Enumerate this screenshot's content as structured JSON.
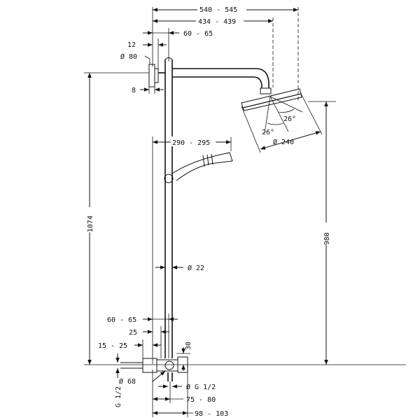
{
  "dimensions": {
    "overall_width": "540 - 545",
    "arm_reach": "434 - 439",
    "arm_offset": "60 - 65",
    "flange_thickness": "12",
    "flange_diameter": "Ø 80",
    "flange_depth": "8",
    "total_height": "1074",
    "head_height": "980",
    "head_angle_a": "26°",
    "head_angle_b": "26°",
    "head_diameter": "Ø 240",
    "hand_shower_reach": "290 - 295",
    "rail_diameter": "Ø 22",
    "mixer_offset": "60 - 65",
    "mixer_depth": "25",
    "inlet_offset": "15 - 25",
    "mixer_height": "30",
    "mixer_diameter": "Ø 68",
    "inlet_thread": "G 1/2",
    "outlet_thread": "Ø G 1/2",
    "outlet_offset": "75 - 80",
    "outlet_reach": "98 - 103"
  }
}
